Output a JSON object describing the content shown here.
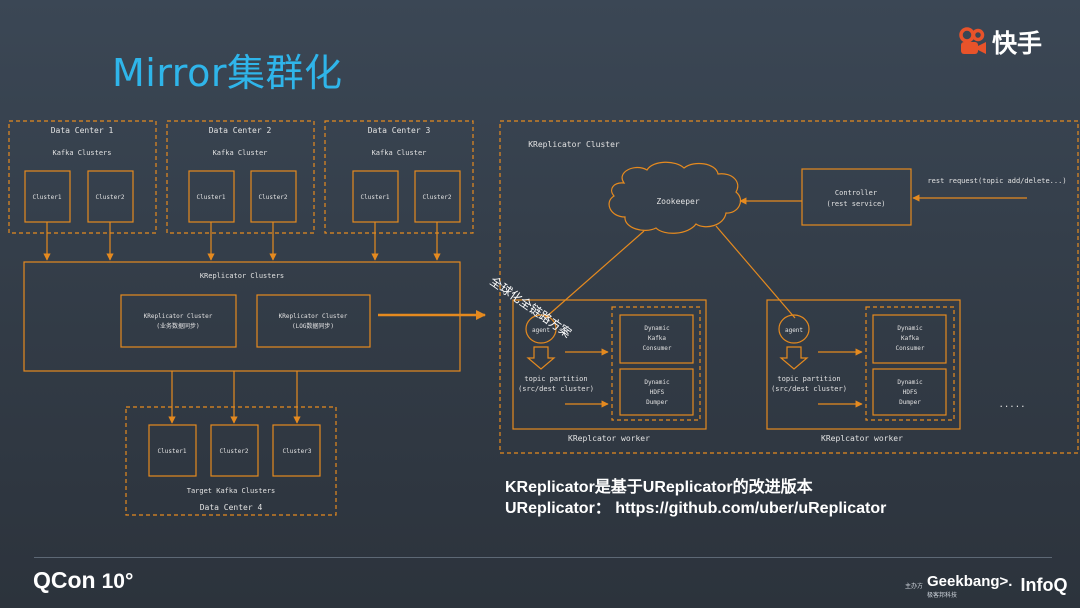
{
  "title": "Mirror集群化",
  "brand": {
    "name": "快手",
    "logo_icon": "kuaishou-logo-icon"
  },
  "colors": {
    "accent": "#e58a1f",
    "title": "#2fb5ea",
    "diagram_text": "#e2e2e2"
  },
  "left": {
    "dc1": {
      "title": "Data Center 1",
      "sub": "Kafka Clusters",
      "c1": "Cluster1",
      "c2": "Cluster2"
    },
    "dc2": {
      "title": "Data Center 2",
      "sub": "Kafka Cluster",
      "c1": "Cluster1",
      "c2": "Cluster2"
    },
    "dc3": {
      "title": "Data Center 3",
      "sub": "Kafka Cluster",
      "c1": "Cluster1",
      "c2": "Cluster2"
    },
    "krep": {
      "title": "KReplicator Clusters",
      "a1": "KReplicator Cluster",
      "a2": "(业务数据同步)",
      "b1": "KReplicator Cluster",
      "b2": "(LOG数据同步)"
    },
    "dc4": {
      "title": "Data Center 4",
      "sub": "Target Kafka Clusters",
      "c1": "Cluster1",
      "c2": "Cluster2",
      "c3": "Cluster3"
    }
  },
  "overlay_label": "全球化全链路方案",
  "right": {
    "title": "KReplicator Cluster",
    "zookeeper": "Zookeeper",
    "controller1": "Controller",
    "controller2": "(rest service)",
    "rest": "rest request(topic add/delete...)",
    "agent": "agent",
    "tp1": "topic partition",
    "tp2": "(src/dest cluster)",
    "dkc": [
      "Dynamic",
      "Kafka",
      "Consumer"
    ],
    "dhs": [
      "Dynamic",
      "HDFS",
      "Dumper"
    ],
    "worker": "KReplcator worker",
    "ellipsis": "....."
  },
  "captions": {
    "line1": "KReplicator是基于UReplicator的改进版本",
    "line2": "UReplicator： https://github.com/uber/uReplicator"
  },
  "footer": {
    "qcon": "QCon",
    "qcon_mark": "10°",
    "sponsor_small": "主办方",
    "geekbang": "Geekbang>.",
    "geekbang_sub": "极客邦科技",
    "infoq": "InfoQ"
  }
}
